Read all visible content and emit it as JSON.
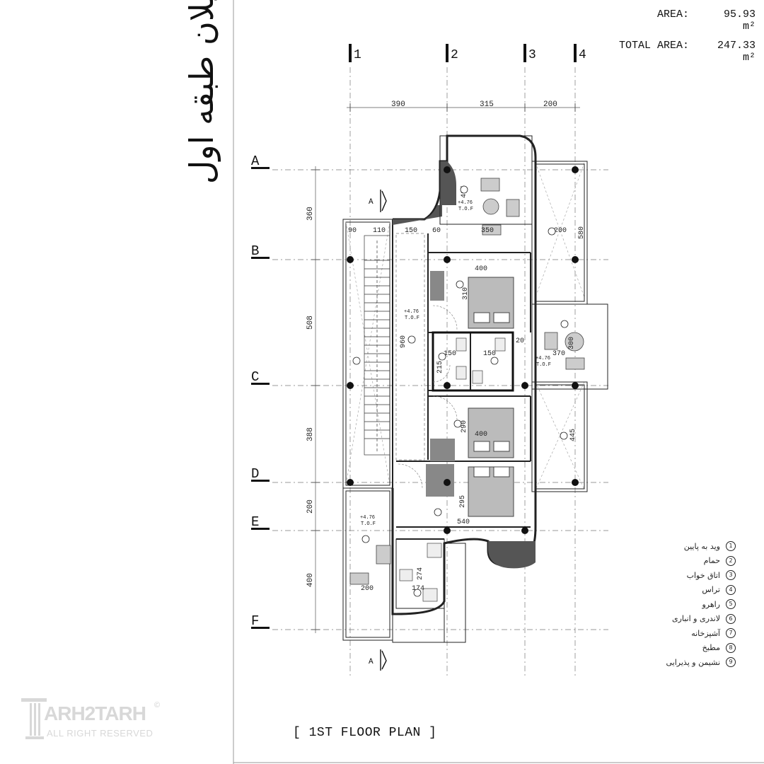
{
  "sheet": {
    "title_fa": "پلان طبقه اول",
    "area_label": "AREA:",
    "area_value": "95.93 m²",
    "total_area_label": "TOTAL AREA:",
    "total_area_value": "247.33 m²",
    "plan_title": "[ 1ST FLOOR PLAN ]"
  },
  "grid": {
    "columns": [
      "1",
      "2",
      "3",
      "4"
    ],
    "rows": [
      "A",
      "B",
      "C",
      "D",
      "E",
      "F"
    ],
    "top_dims": [
      "390",
      "315",
      "200"
    ],
    "left_dims": [
      "360",
      "508",
      "388",
      "200",
      "400"
    ],
    "section_mark": "A"
  },
  "plan_labels": {
    "dim_465": "465",
    "dim_350": "350",
    "dim_200_b": "200",
    "dim_580": "580",
    "dim_90": "90",
    "dim_110": "110",
    "dim_150_a": "150",
    "dim_60": "60",
    "dim_400_a": "400",
    "dim_310": "310",
    "dim_960": "960",
    "dim_150_b": "150",
    "dim_150_c": "150",
    "dim_215": "215",
    "dim_20": "20",
    "dim_370": "370",
    "dim_300": "300",
    "dim_290": "290",
    "dim_400_b": "400",
    "dim_445": "445",
    "dim_295": "295",
    "dim_540": "540",
    "dim_274": "274",
    "dim_174": "174",
    "dim_200_c": "200",
    "level": "+4.76",
    "level_sub": "T.O.F"
  },
  "legend": [
    {
      "num": "1",
      "text": "وید به پایین"
    },
    {
      "num": "2",
      "text": "حمام"
    },
    {
      "num": "3",
      "text": "اتاق خواب"
    },
    {
      "num": "4",
      "text": "تراس"
    },
    {
      "num": "5",
      "text": "راهرو"
    },
    {
      "num": "6",
      "text": "لاندری و انباری"
    },
    {
      "num": "7",
      "text": "آشپزخانه"
    },
    {
      "num": "8",
      "text": "مطبخ"
    },
    {
      "num": "9",
      "text": "نشیمن و پذیرایی"
    }
  ],
  "logo": {
    "main": "ARH2TARH",
    "sub": "ALL RIGHT RESERVED",
    "mark": "©"
  }
}
